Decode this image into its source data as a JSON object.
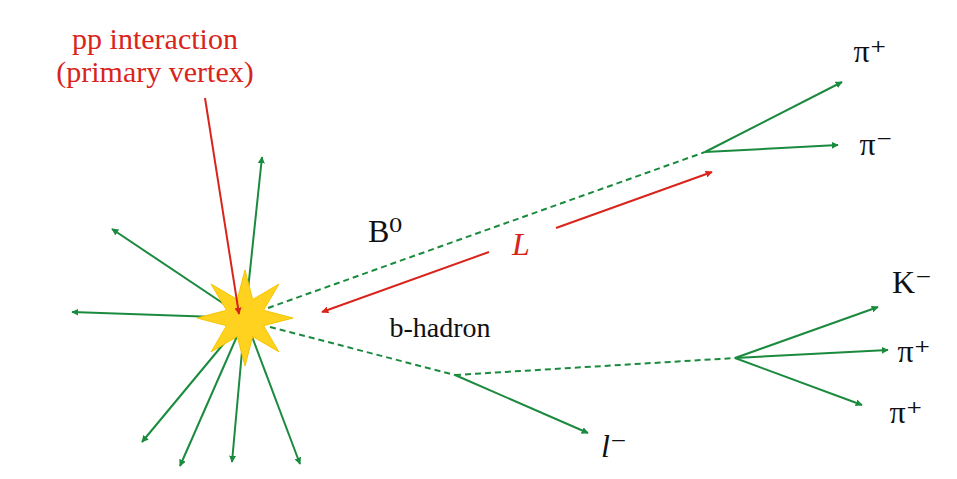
{
  "diagram": {
    "labels": [
      "pp interaction (primary vertex)",
      "π⁺",
      "π⁻",
      "B⁰",
      "L",
      "K⁻",
      "b-hadron",
      "π⁺",
      "π⁺",
      "l⁻"
    ]
  }
}
